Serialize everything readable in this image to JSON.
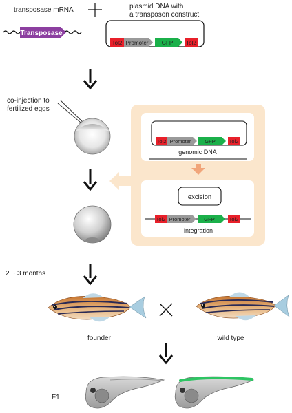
{
  "top": {
    "mrna_label": "transposase mRNA",
    "transposase_label": "Transposase",
    "plasmid_label_line1": "plasmid DNA with",
    "plasmid_label_line2": "a transposon construct"
  },
  "construct": {
    "tol2_label": "Tol2",
    "promoter_label": "Promoter",
    "gfp_label": "GFP"
  },
  "steps": {
    "coinjection_line1": "co-injection to",
    "coinjection_line2": "fertilized eggs",
    "time_label": "2 ~ 3 months",
    "founder_label": "founder",
    "wildtype_label": "wild type",
    "f1_label": "F1"
  },
  "panel": {
    "genomic_dna_label": "genomic DNA",
    "excision_label": "excision",
    "integration_label": "integration"
  },
  "colors": {
    "transposase": "#8c3fa0",
    "tol2": "#e8202a",
    "promoter": "#9a9a9a",
    "gfp": "#1bb04a",
    "panel_fill": "#fbe6cc",
    "panel_arrow": "#f1a57a"
  }
}
